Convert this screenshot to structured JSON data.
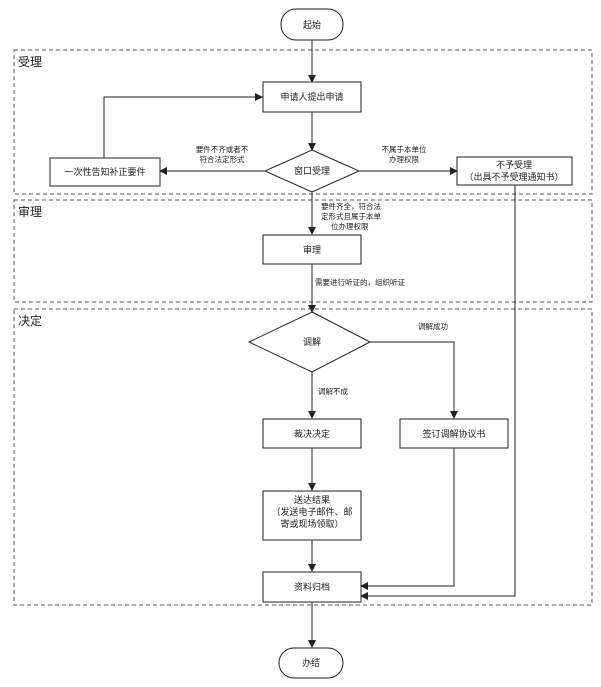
{
  "lanes": {
    "accept": "受理",
    "review": "审理",
    "decide": "决定"
  },
  "nodes": {
    "start": "起始",
    "apply": "申请人提出申请",
    "window": "窗口受理",
    "notify_line1": "不予受理",
    "notify_line2": "（出具不予受理通知书）",
    "supplement": "一次性告知补正要件",
    "review": "审理",
    "mediate": "调解",
    "judge": "裁决决定",
    "agreement": "签订调解协议书",
    "deliver_line1": "送达结果",
    "deliver_line2": "（发送电子邮件、邮",
    "deliver_line3": "寄或现场领取）",
    "archive": "资料归档",
    "end": "办结"
  },
  "edge_labels": {
    "incomplete_line1": "要件不齐或者不",
    "incomplete_line2": "符合法定形式",
    "not_unit_line1": "不属于本单位",
    "not_unit_line2": "办理权限",
    "complete_line1": "要件齐全，符合法",
    "complete_line2": "定形式且属于本单",
    "complete_line3": "位办理权限",
    "hearing": "需要进行听证的，组织听证",
    "mediate_ok": "调解成功",
    "mediate_fail": "调解不成"
  }
}
